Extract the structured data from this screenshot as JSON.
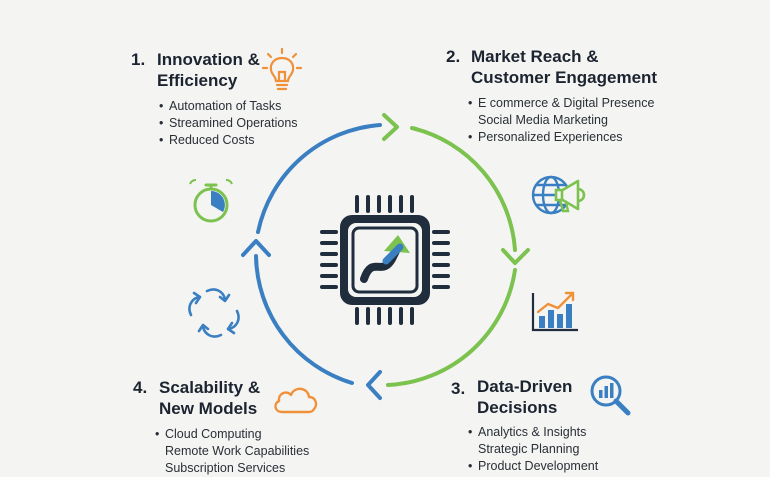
{
  "colors": {
    "blue": "#3a7fc1",
    "green": "#7cc24e",
    "orange": "#f0913a",
    "dark": "#1f2d3d",
    "background": "#f4f4f3"
  },
  "center": {
    "icon": "processor-chip-icon"
  },
  "sections": [
    {
      "number": "1.",
      "title_lines": [
        "Innovation &",
        "Efficiency"
      ],
      "icon": "lightbulb-icon",
      "side_icon": "stopwatch-icon",
      "items": [
        {
          "bullet": "•",
          "text": "Automation of Tasks"
        },
        {
          "bullet": "•",
          "text": "Streamined Operations"
        },
        {
          "bullet": "•",
          "text": "Reduced Costs"
        }
      ]
    },
    {
      "number": "2.",
      "title_lines": [
        "Market Reach &",
        "Customer Engagement"
      ],
      "icon": "globe-megaphone-icon",
      "side_icon": "growth-chart-icon",
      "items": [
        {
          "bullet": "•",
          "text": "E commerce & Digital Presence"
        },
        {
          "bullet": "",
          "text": "Social Media Marketing"
        },
        {
          "bullet": "•",
          "text": "Personalized Experiences"
        }
      ]
    },
    {
      "number": "3.",
      "title_lines": [
        "Data-Driven",
        "Decisions"
      ],
      "icon": "magnifier-chart-icon",
      "items": [
        {
          "bullet": "•",
          "text": "Analytics & Insights"
        },
        {
          "bullet": "",
          "text": "Strategic Planning"
        },
        {
          "bullet": "•",
          "text": "Product Development"
        }
      ]
    },
    {
      "number": "4.",
      "title_lines": [
        "Scalability &",
        "New Models"
      ],
      "icon": "cloud-icon",
      "side_icon": "cycle-arrows-icon",
      "items": [
        {
          "bullet": "•",
          "text": "Cloud Computing"
        },
        {
          "bullet": "",
          "text": "Remote Work Capabilities"
        },
        {
          "bullet": "",
          "text": "Subscription Services"
        }
      ]
    }
  ]
}
